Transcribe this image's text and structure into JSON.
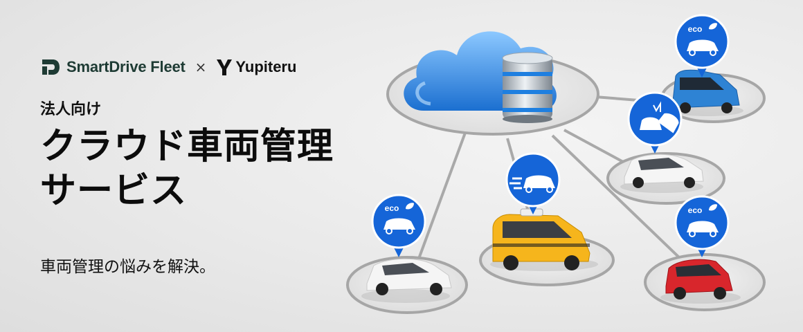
{
  "brand": {
    "smartdrive": "SmartDrive Fleet",
    "separator": "×",
    "yupiteru": "Yupiteru"
  },
  "headline": {
    "kicker": "法人向け",
    "title_line1": "クラウド車両管理",
    "title_line2": "サービス"
  },
  "tagline": "車両管理の悩みを解決。",
  "badges": {
    "eco_label": "eco"
  },
  "colors": {
    "brand_green": "#1e3b34",
    "badge_blue": "#1565d8",
    "cloud_blue": "#3d8fe6",
    "taxi_yellow": "#f6b51c",
    "car_blue": "#2e83d4",
    "car_red": "#d8262c"
  },
  "icons": [
    "smartdrive-logo-icon",
    "yupiteru-logo-icon",
    "cloud-server-icon",
    "eco-car-icon",
    "collision-icon",
    "speed-car-icon"
  ]
}
